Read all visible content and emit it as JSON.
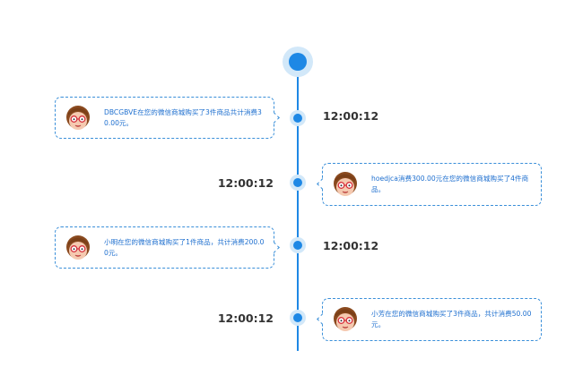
{
  "timeline": {
    "entries": [
      {
        "side": "left",
        "message": "DBCGBVE在您的微信商城购买了3件商品共计消费30.00元。",
        "time": "12:00:12"
      },
      {
        "side": "right",
        "message": "hoedjca消费300.00元在您的微信商城购买了4件商品。",
        "time": "12:00:12"
      },
      {
        "side": "left",
        "message": "小明在您的微信商城购买了1件商品，共计消费200.00元。",
        "time": "12:00:12"
      },
      {
        "side": "right",
        "message": "小芳在您的微信商城购买了3件商品，共计消费50.00元。",
        "time": "12:00:12"
      }
    ]
  },
  "colors": {
    "accent": "#1e88e5",
    "accent_light": "#d2e8f9",
    "message_text": "#1e6fcf",
    "time_text": "#333333"
  },
  "icons": {
    "avatar": "girl-with-glasses-avatar-icon",
    "start_node": "timeline-start-dot-icon"
  }
}
